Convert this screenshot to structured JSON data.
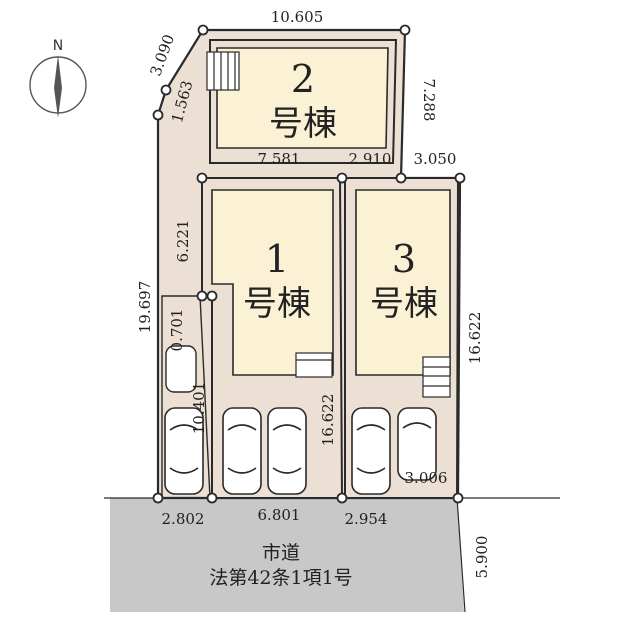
{
  "compass": {
    "label": "N"
  },
  "buildings": [
    {
      "id": "b2",
      "number": "2",
      "name": "号棟"
    },
    {
      "id": "b1",
      "number": "1",
      "name": "号棟"
    },
    {
      "id": "b3",
      "number": "3",
      "name": "号棟"
    }
  ],
  "dimensions": {
    "top": "10.605",
    "upper_left_diag": "3.090",
    "left_short": "1.563",
    "right_upper": "7.288",
    "mid_left": "7.581",
    "mid_center": "2.910",
    "mid_right": "3.050",
    "inner_left": "6.221",
    "outer_left": "19.697",
    "drive_a": "0.701",
    "drive_b": "10.401",
    "lot1_right": "16.622",
    "lot3_right": "16.622",
    "lot3_bottom_inner": "3.006",
    "bottom_left": "2.802",
    "bottom_mid": "6.801",
    "bottom_right": "2.954",
    "road_width": "5.900"
  },
  "road": {
    "line1": "市道",
    "line2": "法第42条1項1号"
  },
  "colors": {
    "lot_fill": "#ecdfd3",
    "building_fill": "#fbf1d5",
    "road_fill": "#c8c8c8",
    "line": "#2a2a2a"
  }
}
